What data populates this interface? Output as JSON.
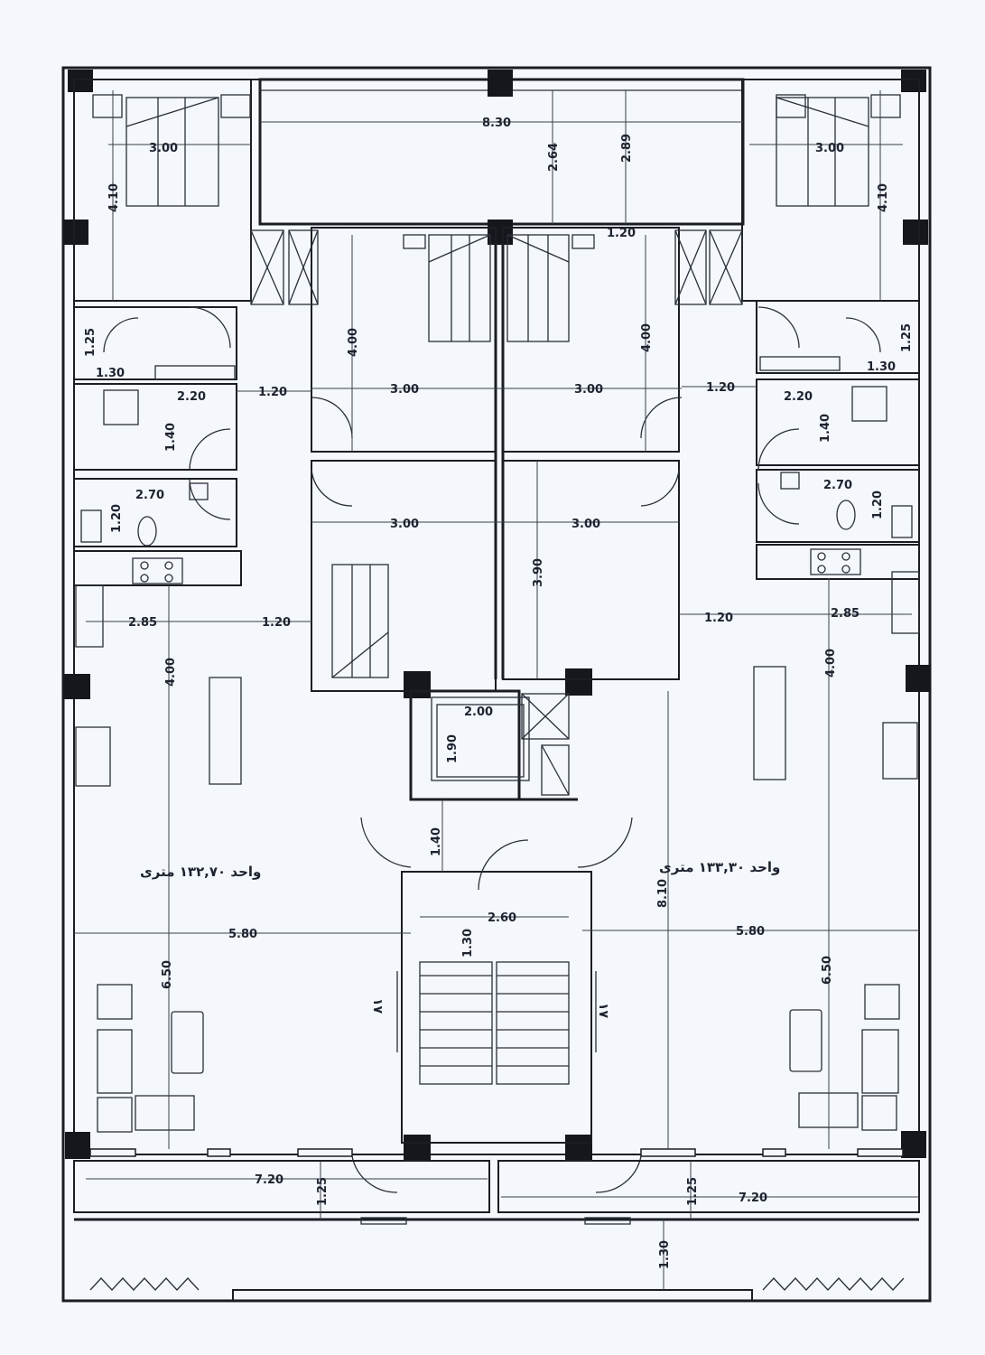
{
  "units": {
    "left": "واحد ۱۳۲,۷۰ متری",
    "right": "واحد ۱۳۳,۳۰ متری"
  },
  "dimensions": {
    "top_width": "8.30",
    "top_h1": "2.64",
    "top_h2": "2.89",
    "top_window": "1.20",
    "bed_left_w": "3.00",
    "bed_left_h": "4.10",
    "bed_right_w": "3.00",
    "bed_right_h": "4.10",
    "bed_mid_left_h": "4.00",
    "bed_mid_right_h": "4.00",
    "bed_mid_left_w": "3.00",
    "bed_mid_right_w": "3.00",
    "corr_left": "1.20",
    "corr_right": "1.20",
    "wc_left_h": "1.25",
    "wc_left_w": "1.30",
    "wc_right_h": "1.25",
    "wc_right_w": "1.30",
    "bath_left_w": "2.20",
    "bath_left_h": "1.40",
    "bath_right_w": "2.20",
    "bath_right_h": "1.40",
    "wash_left_w": "2.70",
    "wash_left_h": "1.20",
    "wash_right_w": "2.70",
    "wash_right_h": "1.20",
    "bed_low_left_w": "3.00",
    "bed_low_right_w": "3.00",
    "bed_low_right_h": "3.90",
    "kit_left_w": "2.85",
    "kit_left_corr": "1.20",
    "kit_right_w": "2.85",
    "kit_right_corr": "1.20",
    "kit_left_h": "4.00",
    "kit_right_h": "4.00",
    "lift_w": "2.00",
    "lift_h": "1.90",
    "lobby_h": "1.40",
    "stair_w": "2.60",
    "stair_land": "1.30",
    "unit_left_total": "8.10",
    "liv_left_w": "5.80",
    "liv_right_w": "5.80",
    "liv_left_h": "6.50",
    "liv_right_h": "6.50",
    "balc_left_w": "7.20",
    "balc_left_h": "1.25",
    "balc_right_w": "7.20",
    "balc_right_h": "1.25",
    "balc_depth": "1.30"
  },
  "stairs": {
    "left_count": "۱۷",
    "right_count": "۱۷"
  },
  "colors": {
    "line": "#1a1d24",
    "paper": "#f4f7fb"
  }
}
